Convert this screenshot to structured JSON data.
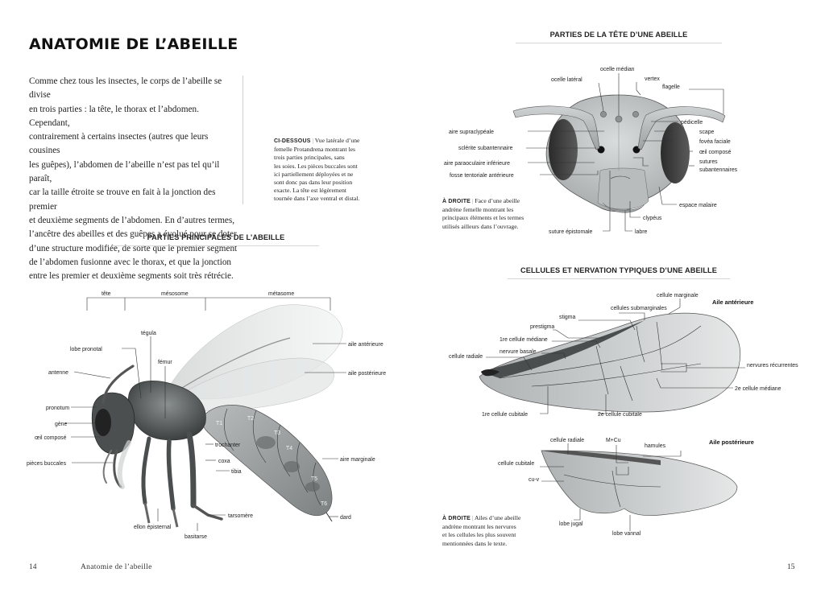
{
  "page_title": "ANATOMIE DE L’ABEILLE",
  "intro_lines": [
    "Comme chez tous les insectes, le corps de l’abeille se divise",
    "en trois parties : la tête, le thorax et l’abdomen. Cependant,",
    "contrairement à certains insectes (autres que leurs cousines",
    "les guêpes), l’abdomen de l’abeille n’est pas tel qu’il paraît,",
    "car la taille étroite se trouve en fait à la jonction des premier",
    "et deuxième segments de l’abdomen. En d’autres termes,",
    "l’ancêtre des abeilles et des guêpes a évolué pour se doter",
    "d’une structure modifiée, de sorte que le premier segment",
    "de l’abdomen fusionne avec le thorax, et que la jonction",
    "entre les premier et deuxième segments soit très rétrécie."
  ],
  "caption_dessous": {
    "tag": "CI-DESSOUS",
    "lines": [
      "Vue latérale d’une",
      "femelle Protandrena montrant les",
      "trois parties principales, sans",
      "les soies. Les pièces buccales sont",
      "ici partiellement déployées et ne",
      "sont donc pas dans leur position",
      "exacte. La tête est légèrement",
      "tournée dans l’axe ventral et distal."
    ]
  },
  "caption_tete": {
    "tag": "À DROITE",
    "lines": [
      "Face d’une abeille",
      "andrène femelle montrant les",
      "principaux éléments et les termes",
      "utilisés ailleurs dans l’ouvrage."
    ]
  },
  "caption_ailes": {
    "tag": "À DROITE",
    "lines": [
      "Ailes d’une abeille",
      "andrène montrant les nervures",
      "et les cellules les plus souvent",
      "mentionnées dans le texte."
    ]
  },
  "sections": {
    "head": "PARTIES DE LA TÊTE D’UNE ABEILLE",
    "body": "PARTIES PRINCIPALES DE L’ABEILLE",
    "wings": "CELLULES ET NERVATION TYPIQUES D’UNE ABEILLE"
  },
  "head_labels": {
    "ocelle_median": "ocelle médian",
    "ocelle_lateral": "ocelle latéral",
    "vertex": "vertex",
    "flagelle": "flagelle",
    "aire_supraclypeale": "aire supraclypéale",
    "sclerite": "sclérite subantennaire",
    "aire_paraoculaire": "aire paraoculaire inférieure",
    "fosse": "fosse tentoriale antérieure",
    "pedicelle": "pédicelle",
    "scape": "scape",
    "fovea": "fovéa faciale",
    "oeil": "œil composé",
    "sutures1": "sutures",
    "sutures2": "subantennaires",
    "espace": "espace malaire",
    "clypeus": "clypéus",
    "labre": "labre",
    "suture_epistomale": "suture épistomale"
  },
  "body_labels": {
    "tete": "tête",
    "mesosome": "mésosome",
    "metasome": "métasome",
    "tegula": "tégula",
    "lobe_pronotal": "lobe pronotal",
    "femur": "fémur",
    "antenne": "antenne",
    "pronotum": "pronotum",
    "gene": "gène",
    "oeil": "œil composé",
    "pieces": "pièces buccales",
    "aile_ant": "aile antérieure",
    "aile_post": "aile postérieure",
    "trochanter": "trochanter",
    "coxa": "coxa",
    "tibia": "tibia",
    "aire_marginale": "aire marginale",
    "tarsomere": "tarsomère",
    "dard": "dard",
    "ellon": "ellon épisternal",
    "basitarse": "basitarse",
    "t1": "T1",
    "t2": "T2",
    "t3": "T3",
    "t4": "T4",
    "t5": "T5",
    "t6": "T6"
  },
  "wing_labels": {
    "aile_ant_title": "Aile antérieure",
    "aile_post_title": "Aile postérieure",
    "cellule_marginale": "cellule marginale",
    "cellules_submarginales": "cellules submarginales",
    "stigma": "stigma",
    "prestigma": "prestigma",
    "cellule_mediane_1": "1re cellule médiane",
    "nervure_basale": "nervure basale",
    "cellule_radiale": "cellule radiale",
    "nervures_recurrentes": "nervures récurrentes",
    "cellule_mediane_2": "2e cellule médiane",
    "cellule_cubitale_1": "1re cellule cubitale",
    "cellule_cubitale_2": "2e cellule cubitale",
    "post_cellule_radiale": "cellule radiale",
    "mcu": "M+Cu",
    "hamules": "hamules",
    "post_cellule_cubitale": "cellule cubitale",
    "cuv": "cu-v",
    "lobe_jugal": "lobe jugal",
    "lobe_vannal": "lobe vannal"
  },
  "footer": {
    "page_left": "14",
    "running_title": "Anatomie de l’abeille",
    "page_right": "15"
  }
}
